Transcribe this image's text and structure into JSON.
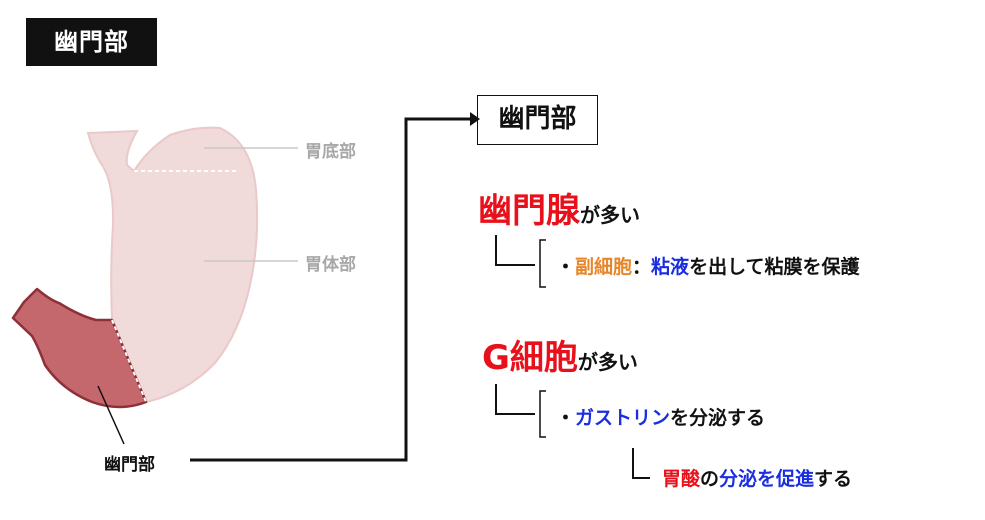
{
  "title_badge": "幽門部",
  "stomach_labels": {
    "fundus": "胃底部",
    "body": "胃体部",
    "pylorus": "幽門部"
  },
  "heading_box": "幽門部",
  "section1": {
    "head_red": "幽門腺",
    "head_suffix": "が多い",
    "bullet": "・",
    "term_orange": "副細胞",
    "colon": "：",
    "term_blue": "粘液",
    "rest": "を出して粘膜を保護"
  },
  "section2": {
    "head_red": "G細胞",
    "head_suffix": "が多い",
    "bullet": "・",
    "term_blue": "ガストリン",
    "rest": "を分泌する",
    "sub_red": "胃酸",
    "sub_no": "の",
    "sub_blue": "分泌を促進",
    "sub_end": "する"
  },
  "colors": {
    "stomach_fill": "#f1dada",
    "stomach_outline": "#e9c9c9",
    "pylorus_fill": "#c5686d",
    "pylorus_outline": "#8e3038",
    "accent_red": "#e8101a",
    "accent_blue": "#1a2ee0",
    "accent_orange": "#e8862a"
  }
}
